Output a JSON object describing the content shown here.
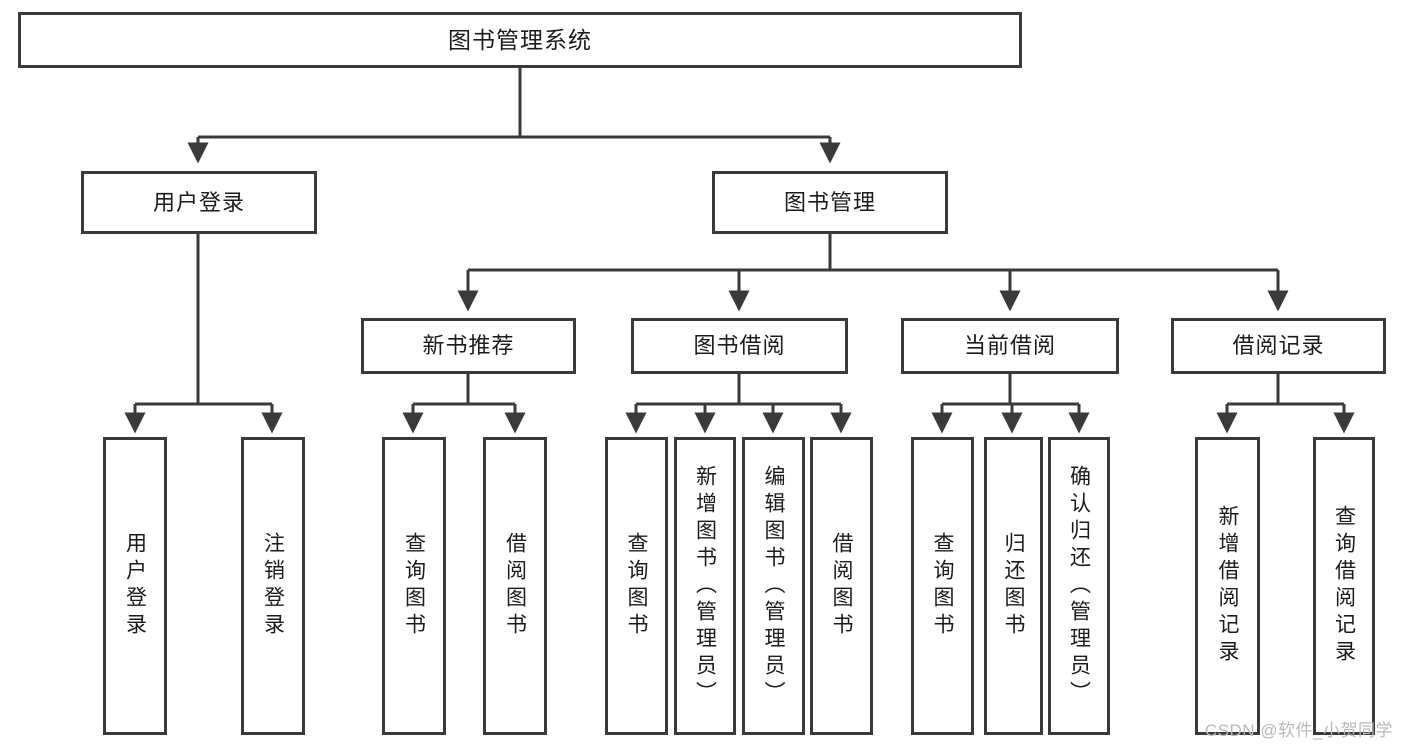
{
  "diagram": {
    "title": "图书管理系统",
    "watermark": "CSDN @软件_小贺同学",
    "root": {
      "label": "图书管理系统"
    },
    "level1": [
      {
        "label": "用户登录"
      },
      {
        "label": "图书管理"
      }
    ],
    "level2": [
      {
        "label": "新书推荐"
      },
      {
        "label": "图书借阅"
      },
      {
        "label": "当前借阅"
      },
      {
        "label": "借阅记录"
      }
    ],
    "leaves": [
      {
        "label": "用户登录"
      },
      {
        "label": "注销登录"
      },
      {
        "label": "查询图书"
      },
      {
        "label": "借阅图书"
      },
      {
        "label": "查询图书"
      },
      {
        "label": "新增图书（管理员）"
      },
      {
        "label": "编辑图书（管理员）"
      },
      {
        "label": "借阅图书"
      },
      {
        "label": "查询图书"
      },
      {
        "label": "归还图书"
      },
      {
        "label": "确认归还（管理员）"
      },
      {
        "label": "新增借阅记录"
      },
      {
        "label": "查询借阅记录"
      }
    ],
    "colors": {
      "stroke": "#3a3a3a",
      "fill": "#ffffff",
      "text": "#1b1b1b",
      "watermark": "#b9b9b9"
    }
  }
}
